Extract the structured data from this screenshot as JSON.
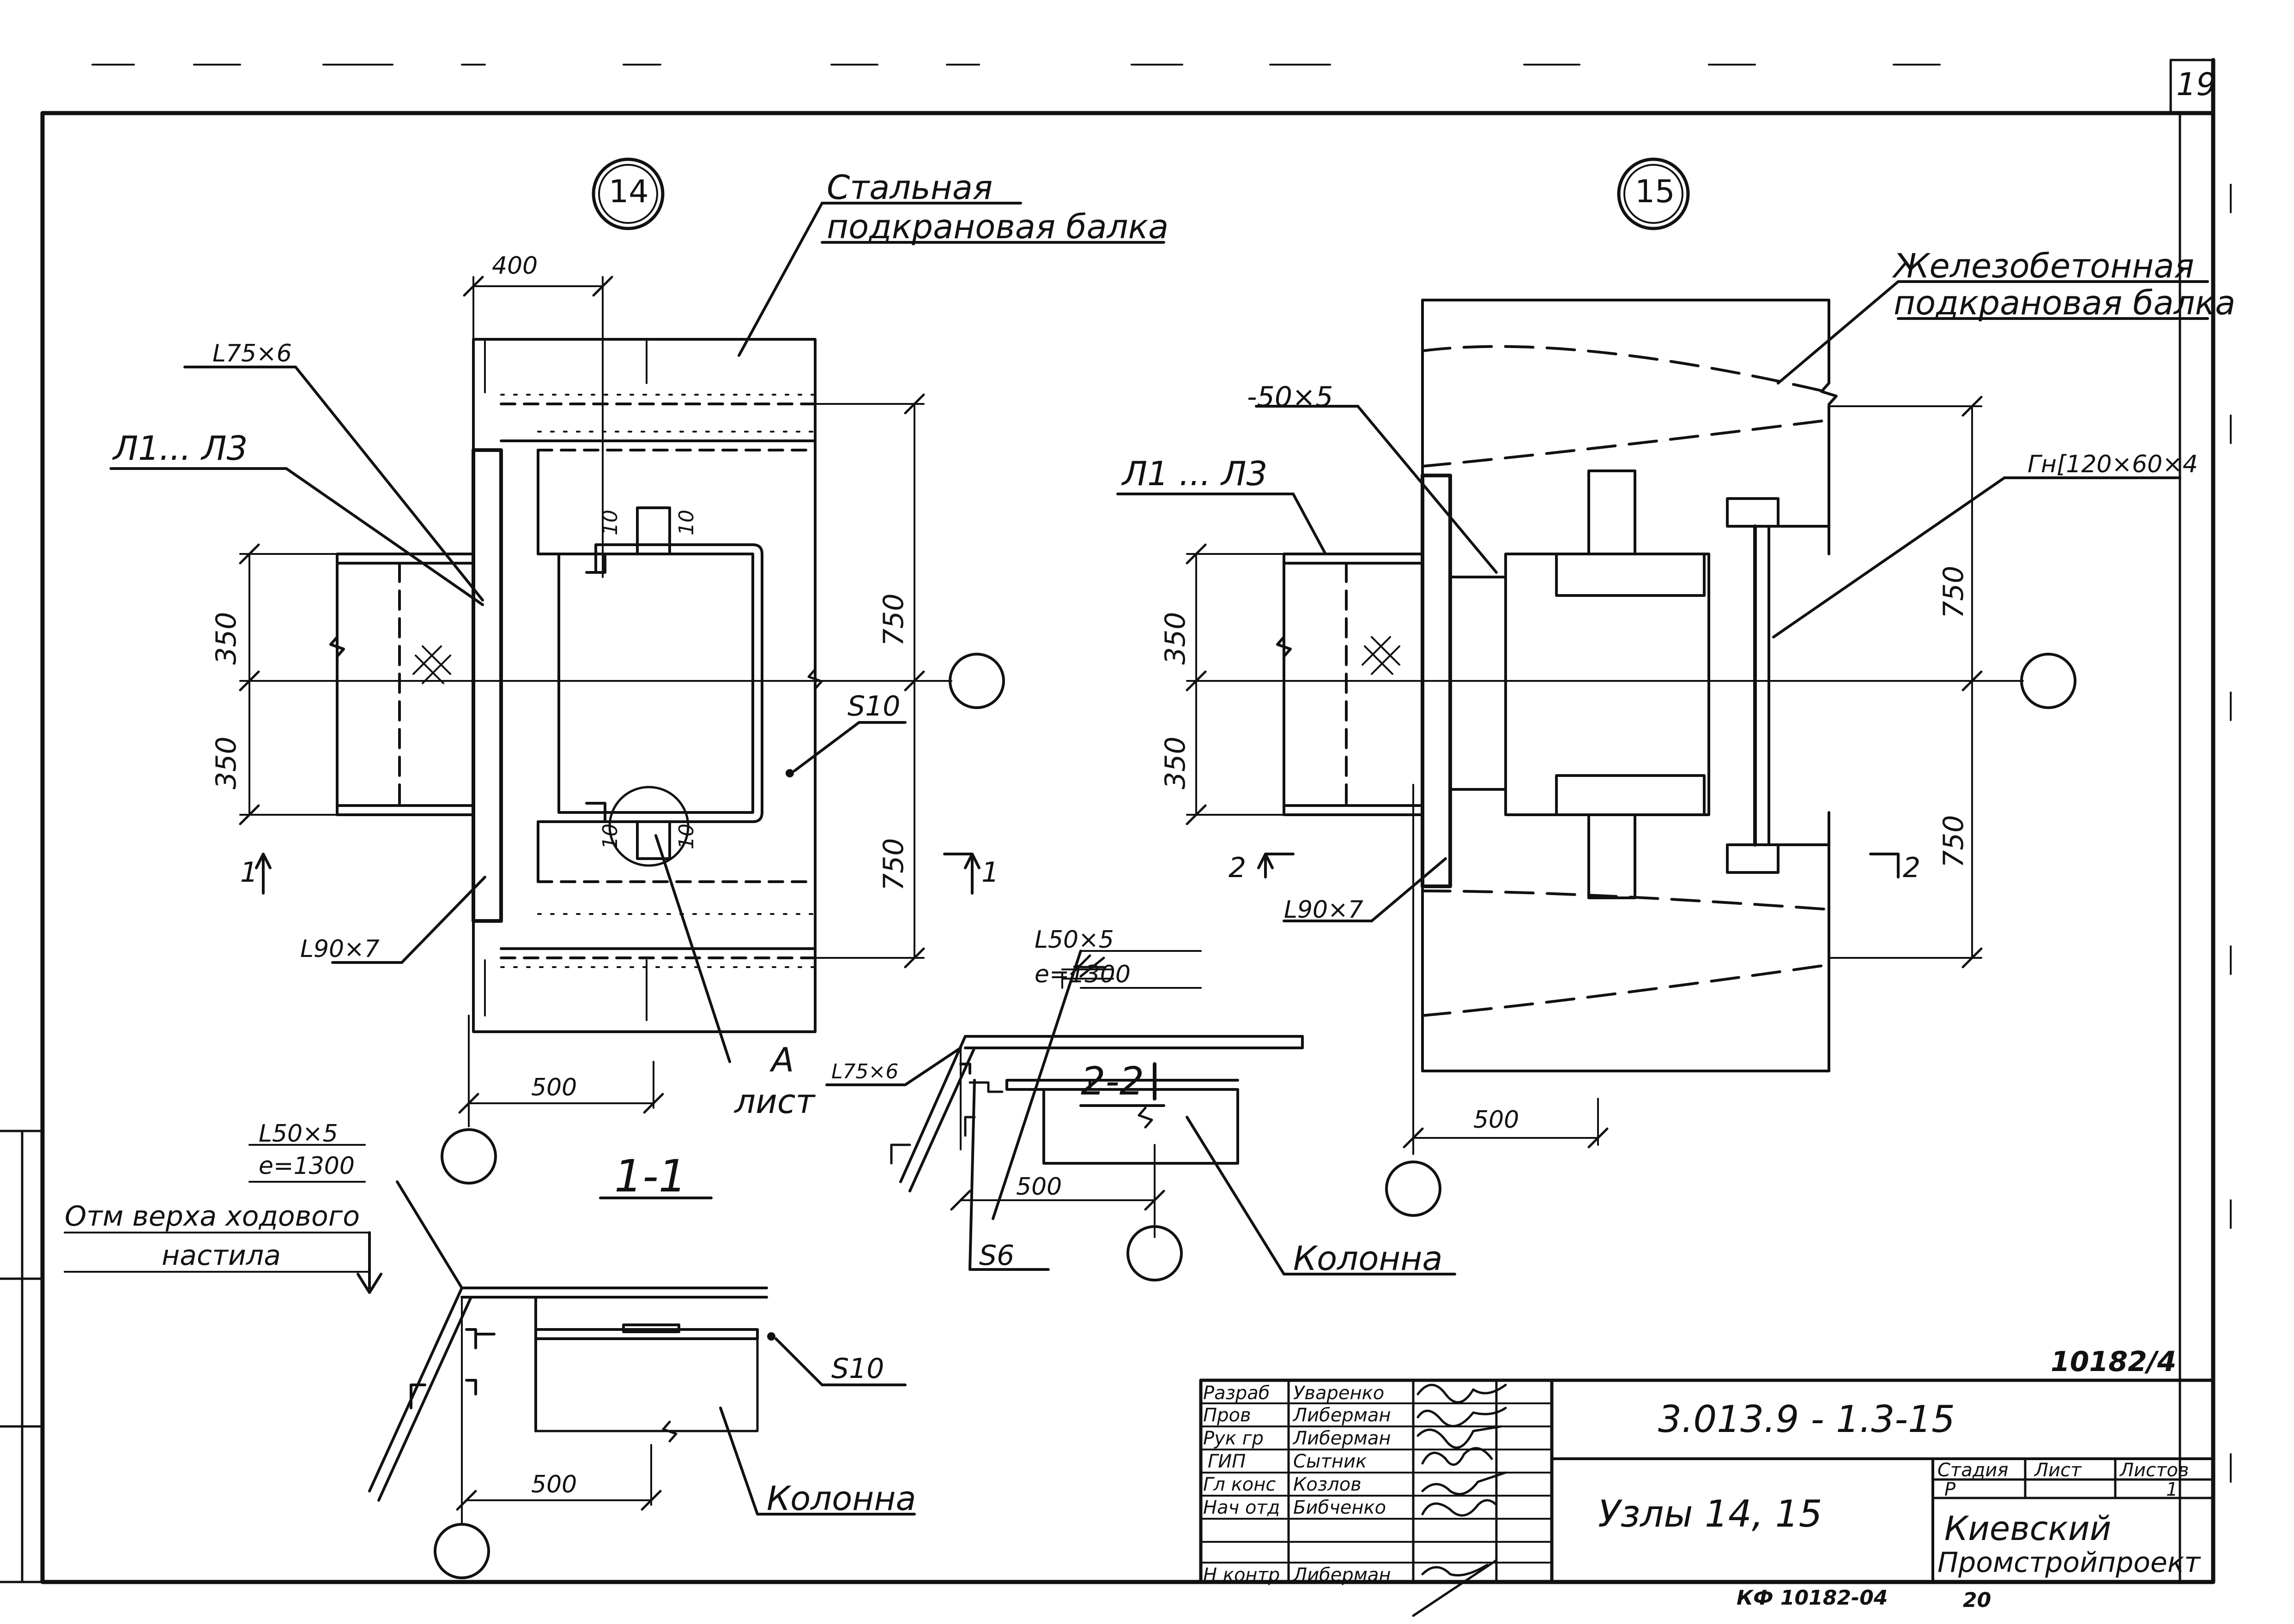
{
  "sheet": {
    "page_number": "19",
    "stamp_number": "10182/4",
    "bottom_code": "КФ 10182-04",
    "bottom_page": "20"
  },
  "node14": {
    "number": "14",
    "beam_label_1": "Стальная",
    "beam_label_2": "подкрановая балка",
    "dim_400": "400",
    "angle_top": "L75×6",
    "plates": "Л1... Л3",
    "dim_350_a": "350",
    "dim_350_b": "350",
    "dim_750_a": "750",
    "dim_750_b": "750",
    "weld_10_a": "10",
    "weld_10_b": "10",
    "weld_10_c": "10",
    "weld_10_d": "10",
    "plate_s10": "S10",
    "angle_bottom": "L90×7",
    "dim_500": "500",
    "sheet_ref_1": "А",
    "sheet_ref_2": "лист",
    "section_mark": "1-1",
    "cut_left": "1",
    "cut_right": "1"
  },
  "node15": {
    "number": "15",
    "beam_label_1": "Железобетонная",
    "beam_label_2": "подкрановая балка",
    "plate_strip": "-50×5",
    "plates": "Л1 ... Л3",
    "channel": "Гн[120×60×4",
    "dim_350_a": "350",
    "dim_350_b": "350",
    "dim_750_a": "750",
    "dim_750_b": "750",
    "angle_bottom": "L90×7",
    "dim_500": "500",
    "cut_left": "2",
    "cut_right": "2"
  },
  "section22": {
    "title": "2-2",
    "angle_1": "L50×5",
    "angle_1_spacing": "e=1300",
    "angle_2": "L75×6",
    "dim_500": "500",
    "plate_s6": "S6",
    "column": "Колонна"
  },
  "section11": {
    "angle": "L50×5",
    "angle_spacing": "e=1300",
    "deck_mark_1": "Отм верха ходового",
    "deck_mark_2": "настила",
    "plate_s10": "S10",
    "dim_500": "500",
    "column": "Колонна"
  },
  "title_block": {
    "document_code": "3.013.9 - 1.3-15",
    "sheet_title": "Узлы 14, 15",
    "stage_header": "Стадия",
    "sheet_header": "Лист",
    "sheets_header": "Листов",
    "stage_value": "Р",
    "sheets_value": "1",
    "org_1": "Киевский",
    "org_2": "Промстройпроект",
    "roles": [
      {
        "role": "Разраб",
        "name": "Уваренко"
      },
      {
        "role": "Пров",
        "name": "Либерман"
      },
      {
        "role": "Рук гр",
        "name": "Либерман"
      },
      {
        "role": "ГИП",
        "name": "Сытник"
      },
      {
        "role": "Гл конс",
        "name": "Козлов"
      },
      {
        "role": "Нач отд",
        "name": "Бибченко"
      },
      {
        "role": "",
        "name": ""
      },
      {
        "role": "Н контр",
        "name": "Либерман"
      }
    ]
  }
}
